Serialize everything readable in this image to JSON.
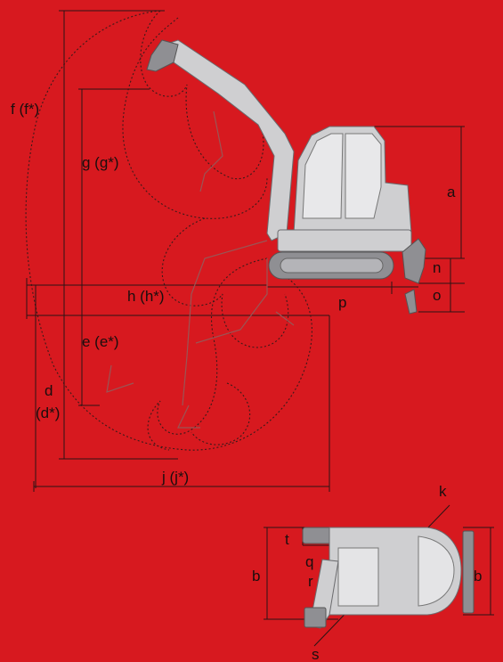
{
  "labels": {
    "a": "a",
    "b_left": "b",
    "b_right": "b",
    "d": "d",
    "d_star": "(d*)",
    "e": "e (e*)",
    "f": "f (f*)",
    "g": "g (g*)",
    "h": "h (h*)",
    "j": "j (j*)",
    "k": "k",
    "n": "n",
    "o": "o",
    "p": "p",
    "q": "q",
    "r": "r",
    "s": "s",
    "t": "t"
  },
  "colors": {
    "background": "#d7191f",
    "machine_body": "#cfcfd1",
    "lines": "#2b1414"
  }
}
